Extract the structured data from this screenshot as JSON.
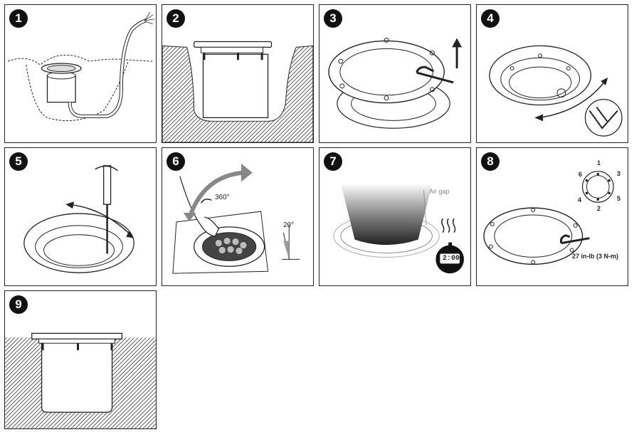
{
  "steps": [
    {
      "number": "1"
    },
    {
      "number": "2"
    },
    {
      "number": "3"
    },
    {
      "number": "4"
    },
    {
      "number": "5"
    },
    {
      "number": "6"
    },
    {
      "number": "7"
    },
    {
      "number": "8"
    },
    {
      "number": "9"
    }
  ],
  "step6": {
    "rotation_label": "360°",
    "tilt_label": "20°"
  },
  "step7": {
    "air_gap_label": "Air gap",
    "timer_display": "2:00"
  },
  "step8": {
    "torque_label": "27 in-lb (3 N-m)",
    "bolt_order": [
      "1",
      "2",
      "3",
      "4",
      "5",
      "6"
    ]
  }
}
